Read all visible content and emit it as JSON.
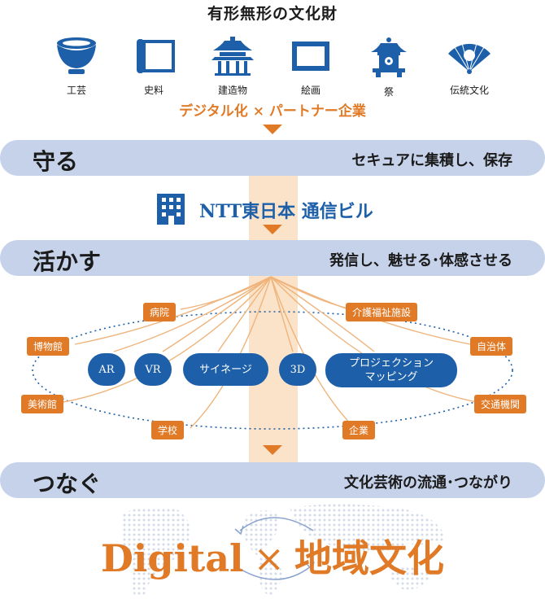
{
  "title": "有形無形の文化財",
  "categories": [
    {
      "label": "工芸",
      "icon": "bowl-icon"
    },
    {
      "label": "史料",
      "icon": "scroll-icon"
    },
    {
      "label": "建造物",
      "icon": "shrine-building-icon"
    },
    {
      "label": "絵画",
      "icon": "picture-frame-icon"
    },
    {
      "label": "祭",
      "icon": "festival-float-icon"
    },
    {
      "label": "伝統文化",
      "icon": "folding-fan-icon"
    }
  ],
  "headline": "デジタル化 × パートナー企業",
  "stage1": {
    "title": "守る",
    "desc": "セキュアに集積し、保存"
  },
  "ntt": {
    "label": "NTT東日本 通信ビル",
    "icon": "office-building-icon"
  },
  "stage2": {
    "title": "活かす",
    "desc": "発信し、魅せる･体感させる"
  },
  "partners": {
    "hospital": "病院",
    "welfare": "介護福祉施設",
    "museum": "博物館",
    "municipality": "自治体",
    "art_museum": "美術館",
    "transport": "交通機関",
    "school": "学校",
    "company": "企業"
  },
  "technologies": {
    "ar": "AR",
    "vr": "VR",
    "signage": "サイネージ",
    "three_d": "3D",
    "projection_line1": "プロジェクション",
    "projection_line2": "マッピング"
  },
  "stage3": {
    "title": "つなぐ",
    "desc": "文化芸術の流通･つながり"
  },
  "bottom": {
    "left": "Digital",
    "times": "×",
    "right": "地域文化"
  },
  "colors": {
    "orange": "#e07a26",
    "blue": "#1d5fa8",
    "band": "#c5d2ea",
    "stripe": "#fbe3c9"
  }
}
